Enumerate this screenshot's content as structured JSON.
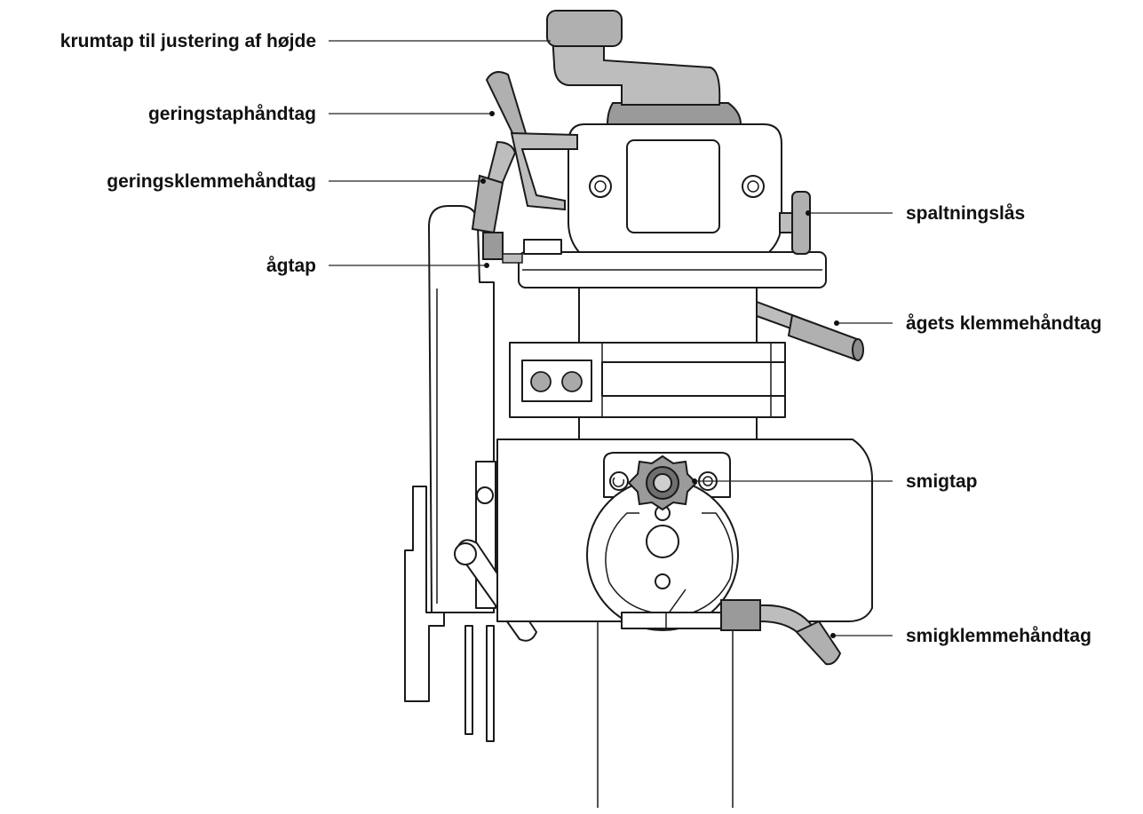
{
  "colors": {
    "outline": "#1a1a1a",
    "part_fill": "#ffffff",
    "handle_fill": "#bdbdbd",
    "handle_dark": "#8e8e8e",
    "label_text": "#111111"
  },
  "labels": {
    "height_crank": "krumtap til justering af højde",
    "miter_pin_handle": "geringstaphåndtag",
    "miter_clamp_handle": "geringsklemmehåndtag",
    "yoke_pin": "ågtap",
    "rip_lock": "spaltningslås",
    "yoke_clamp_handle": "ågets klemmehåndtag",
    "bevel_pin": "smigtap",
    "bevel_clamp_handle": "smigklemmehåndtag"
  }
}
